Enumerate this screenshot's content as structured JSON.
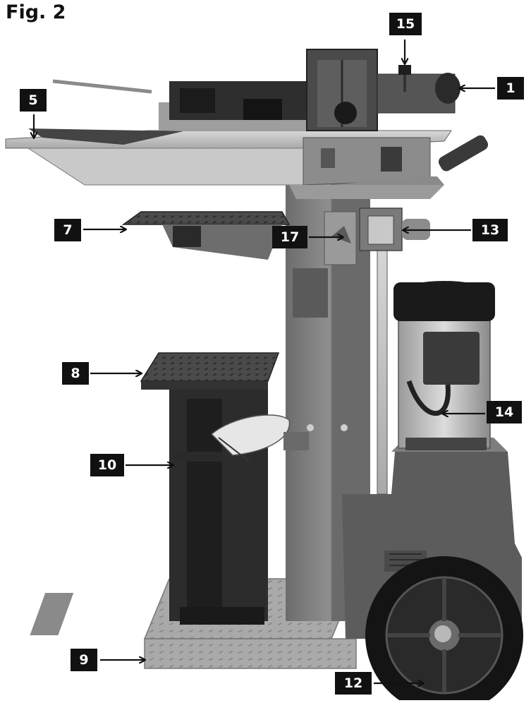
{
  "figure": {
    "title": "Fig. 2"
  },
  "callouts": [
    {
      "id": "1",
      "label": "1"
    },
    {
      "id": "5",
      "label": "5"
    },
    {
      "id": "7",
      "label": "7"
    },
    {
      "id": "8",
      "label": "8"
    },
    {
      "id": "9",
      "label": "9"
    },
    {
      "id": "10",
      "label": "10"
    },
    {
      "id": "12",
      "label": "12"
    },
    {
      "id": "13",
      "label": "13"
    },
    {
      "id": "14",
      "label": "14"
    },
    {
      "id": "15",
      "label": "15"
    },
    {
      "id": "17",
      "label": "17"
    }
  ],
  "colors": {
    "ink": "#111111",
    "paper": "#ffffff",
    "machine_dark": "#3a3a3a",
    "machine_mid": "#7a7a7a",
    "machine_light": "#b8b8b8"
  }
}
